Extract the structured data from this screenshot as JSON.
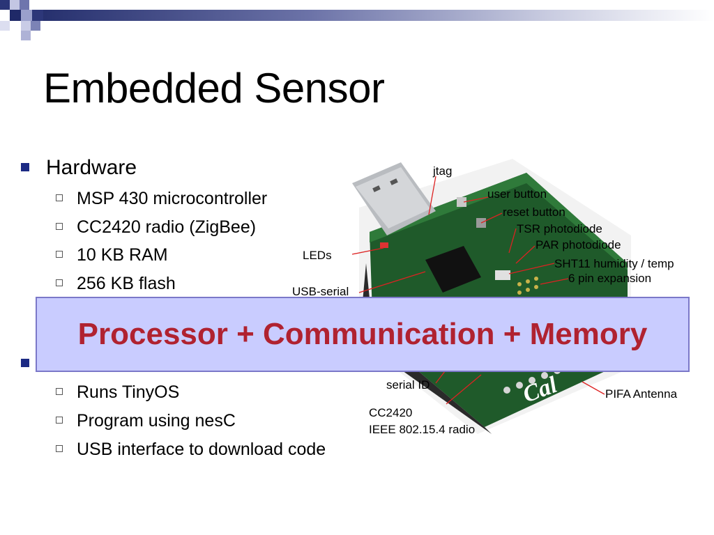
{
  "slide": {
    "title": "Embedded Sensor",
    "hardware": {
      "heading": "Hardware",
      "items": [
        "MSP 430 microcontroller",
        "CC2420 radio (ZigBee)",
        "10 KB RAM",
        "256 KB flash"
      ]
    },
    "software": {
      "items": [
        "Runs TinyOS",
        "Program using nesC",
        "USB interface to download code"
      ]
    },
    "photo_labels": {
      "jtag": "jtag",
      "user_button": "user button",
      "reset_button": "reset button",
      "tsr": "TSR photodiode",
      "par": "PAR photodiode",
      "sht11": "SHT11 humidity / temp",
      "expansion": "6 pin expansion",
      "leds": "LEDs",
      "usb_serial": "USB-serial",
      "serial_id": "serial ID",
      "cc2420": "CC2420",
      "radio": "IEEE 802.15.4 radio",
      "pifa": "PIFA Antenna"
    },
    "banner": "Processor + Communication + Memory"
  },
  "colors": {
    "bullet": "#1c2a84",
    "banner_bg": "#c9ccff",
    "banner_text": "#b02230"
  }
}
